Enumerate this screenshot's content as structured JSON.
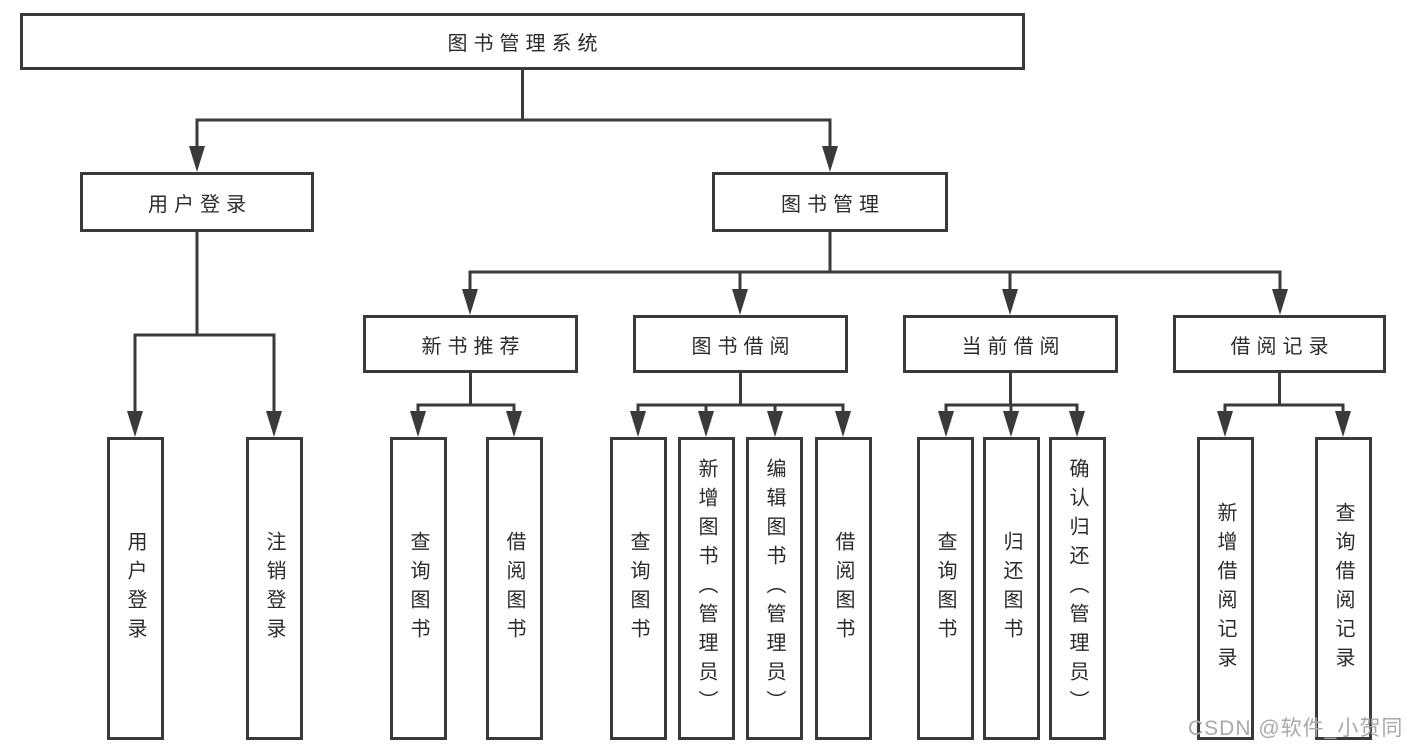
{
  "diagram": {
    "root": {
      "label": "图书管理系统"
    },
    "branches": [
      {
        "label": "用户登录",
        "children": [
          {
            "label": "用户登录"
          },
          {
            "label": "注销登录"
          }
        ]
      },
      {
        "label": "图书管理",
        "children": [
          {
            "label": "新书推荐",
            "children": [
              {
                "label": "查询图书"
              },
              {
                "label": "借阅图书"
              }
            ]
          },
          {
            "label": "图书借阅",
            "children": [
              {
                "label": "查询图书"
              },
              {
                "label": "新增图书（管理员）"
              },
              {
                "label": "编辑图书（管理员）"
              },
              {
                "label": "借阅图书"
              }
            ]
          },
          {
            "label": "当前借阅",
            "children": [
              {
                "label": "查询图书"
              },
              {
                "label": "归还图书"
              },
              {
                "label": "确认归还（管理员）"
              }
            ]
          },
          {
            "label": "借阅记录",
            "children": [
              {
                "label": "新增借阅记录"
              },
              {
                "label": "查询借阅记录"
              }
            ]
          }
        ]
      }
    ]
  },
  "watermark": {
    "text": "CSDN @软件_小贺同学"
  },
  "colors": {
    "line": "#3a3a3a",
    "box_background": "#ffffff",
    "text": "#2b2b2b",
    "watermark": "#a9a9a9",
    "page_bg": "#ffffff"
  }
}
